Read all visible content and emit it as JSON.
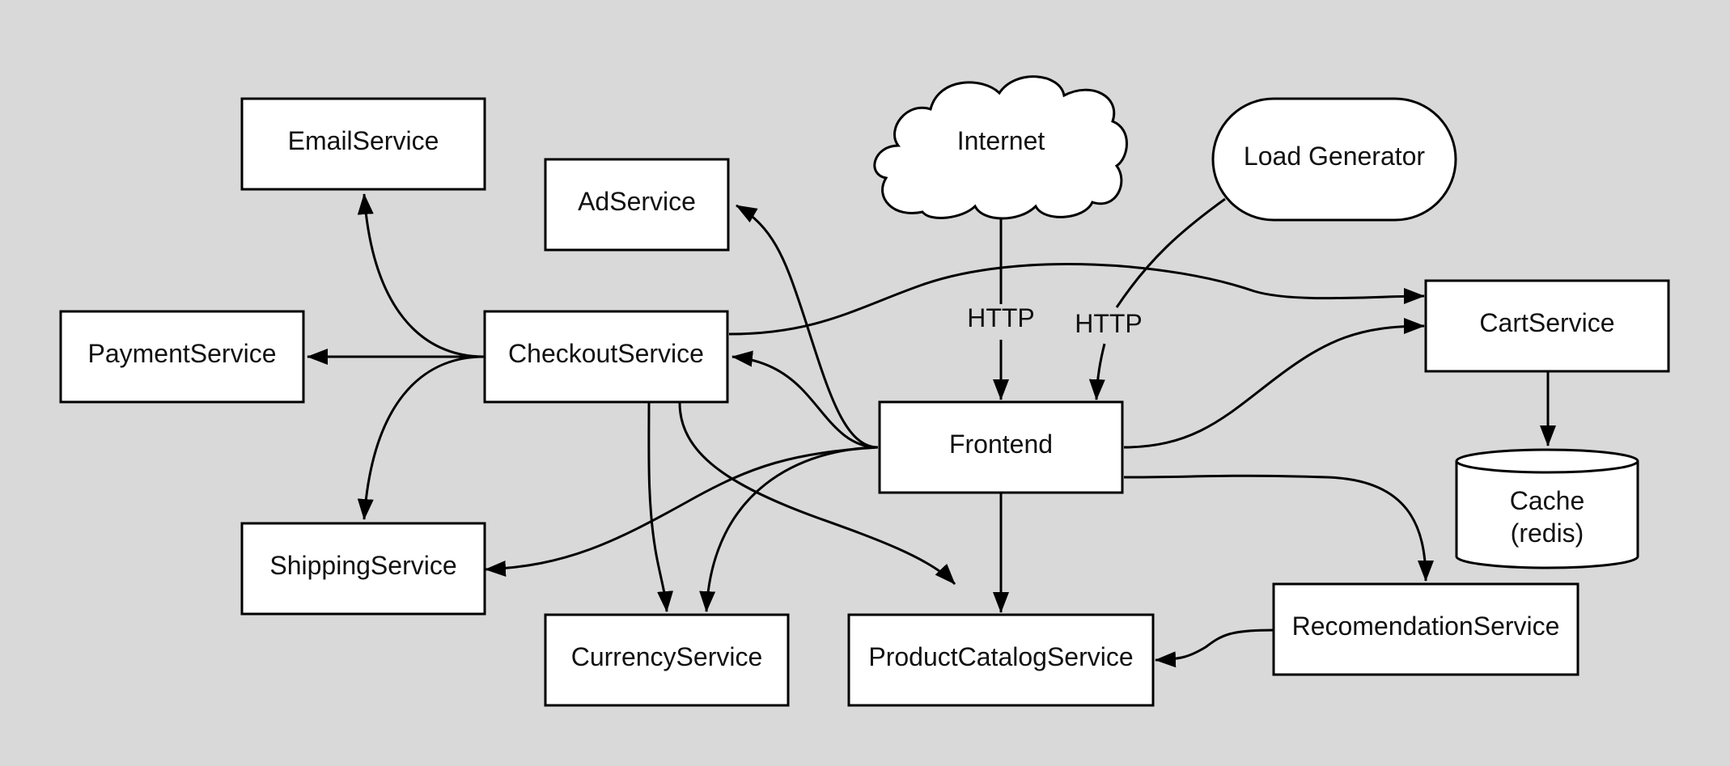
{
  "nodes": {
    "email": "EmailService",
    "ad": "AdService",
    "internet": "Internet",
    "loadgen": "Load Generator",
    "payment": "PaymentService",
    "checkout": "CheckoutService",
    "cart": "CartService",
    "frontend": "Frontend",
    "cache_line1": "Cache",
    "cache_line2": "(redis)",
    "shipping": "ShippingService",
    "currency": "CurrencyService",
    "productcatalog": "ProductCatalogService",
    "recommendation": "RecomendationService"
  },
  "edge_labels": {
    "internet_frontend": "HTTP",
    "loadgen_frontend": "HTTP"
  },
  "colors": {
    "background": "#d9d9d9",
    "box_fill": "#ffffff",
    "stroke": "#000000"
  }
}
